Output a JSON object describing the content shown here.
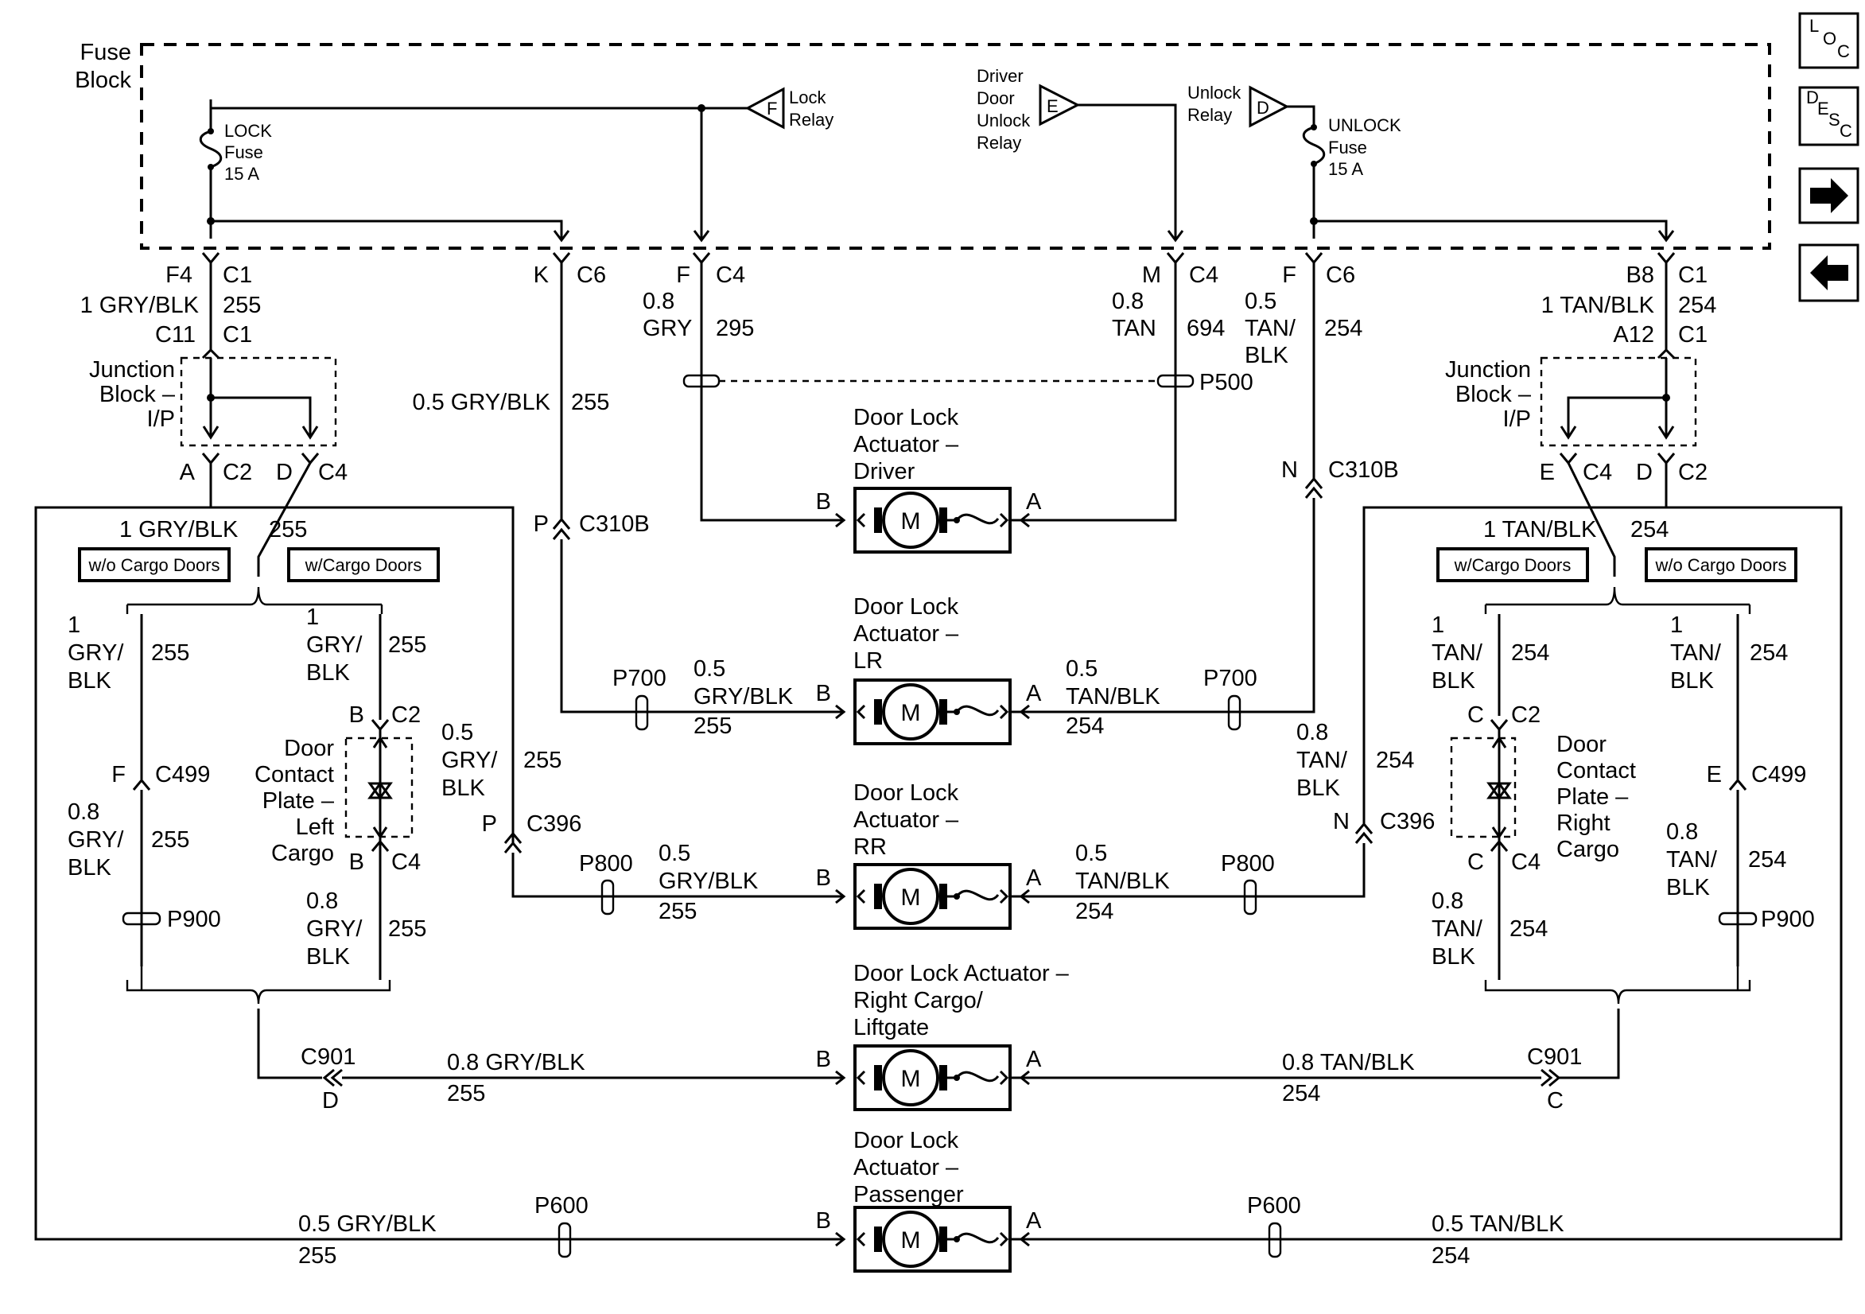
{
  "fuse_block": {
    "title_1": "Fuse",
    "title_2": "Block"
  },
  "lock_fuse": {
    "l1": "LOCK",
    "l2": "Fuse",
    "l3": "15 A"
  },
  "unlock_fuse": {
    "l1": "UNLOCK",
    "l2": "Fuse",
    "l3": "15 A"
  },
  "relays": {
    "lock": {
      "letter": "F",
      "l1": "Lock",
      "l2": "Relay"
    },
    "driver_unlock": {
      "letter": "E",
      "l1": "Driver",
      "l2": "Door",
      "l3": "Unlock",
      "l4": "Relay"
    },
    "unlock": {
      "letter": "D",
      "l1": "Unlock",
      "l2": "Relay"
    }
  },
  "nav": {
    "loc": [
      "L",
      "O",
      "C"
    ],
    "desc": [
      "D",
      "E",
      "S",
      "C"
    ],
    "forward_icon": "arrow-right",
    "back_icon": "arrow-left"
  },
  "labels": {
    "F4": "F4",
    "C1": "C1",
    "n255": "255",
    "n254": "254",
    "n295": "295",
    "n694": "694",
    "gry_blk_1": "1 GRY/BLK",
    "tan_blk_1": "1 TAN/BLK",
    "C11": "C11",
    "A12": "A12",
    "B8": "B8",
    "K": "K",
    "C6": "C6",
    "F": "F",
    "C4": "C4",
    "M": "M",
    "v08": "0.8",
    "v05": "0.5",
    "v1": "1",
    "GRY": "GRY",
    "TAN": "TAN",
    "TAN_s": "TAN/",
    "BLK": "BLK",
    "GRY_s": "GRY/",
    "P500": "P500",
    "jb_1": "Junction",
    "jb_2": "Block –",
    "jb_3": "I/P",
    "A": "A",
    "B": "B",
    "C": "C",
    "D": "D",
    "E": "E",
    "N": "N",
    "P": "P",
    "C2": "C2",
    "gry_blk_05": "0.5 GRY/BLK",
    "tan_blk_05": "0.5 TAN/BLK",
    "gry_blk_08": "0.8 GRY/BLK",
    "tan_blk_08": "0.8 TAN/BLK",
    "GRY_BLK": "GRY/BLK",
    "TAN_BLK": "TAN/BLK",
    "C310B": "C310B",
    "C396": "C396",
    "C499": "C499",
    "C901": "C901",
    "P700": "P700",
    "P800": "P800",
    "P900": "P900",
    "P600": "P600",
    "wo_cargo": "w/o Cargo Doors",
    "w_cargo": "w/Cargo Doors",
    "dcp_1": "Door",
    "dcp_2": "Contact",
    "dcp_3": "Plate –",
    "dcp_left_4": "Left",
    "dcp_right_4": "Right",
    "dcp_5": "Cargo",
    "motor": "M"
  },
  "actuators": {
    "driver": {
      "l1": "Door Lock",
      "l2": "Actuator –",
      "l3": "Driver"
    },
    "lr": {
      "l1": "Door Lock",
      "l2": "Actuator –",
      "l3": "LR"
    },
    "rr": {
      "l1": "Door Lock",
      "l2": "Actuator –",
      "l3": "RR"
    },
    "cargo": {
      "l1": "Door Lock Actuator –",
      "l2": "Right Cargo/",
      "l3": "Liftgate"
    },
    "passenger": {
      "l1": "Door Lock",
      "l2": "Actuator –",
      "l3": "Passenger"
    }
  }
}
